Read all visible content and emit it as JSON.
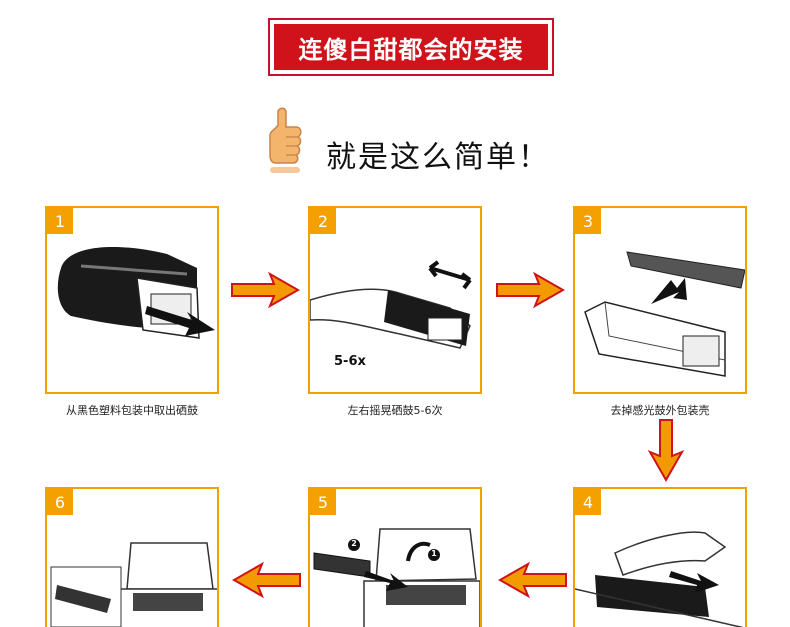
{
  "title": "连傻白甜都会的安装",
  "subtitle": "就是这么简单！",
  "icons": {
    "thumb": "thumbs-up-icon"
  },
  "colors": {
    "accent": "#f3a000",
    "banner": "#d0121b"
  },
  "steps": [
    {
      "num": "1",
      "caption": "从黑色塑料包装中取出硒鼓"
    },
    {
      "num": "2",
      "caption": "左右摇晃硒鼓5-6次",
      "shake_label": "5-6x"
    },
    {
      "num": "3",
      "caption": "去掉感光鼓外包装壳"
    },
    {
      "num": "4"
    },
    {
      "num": "5",
      "markers": [
        "2",
        "1"
      ]
    },
    {
      "num": "6"
    }
  ]
}
